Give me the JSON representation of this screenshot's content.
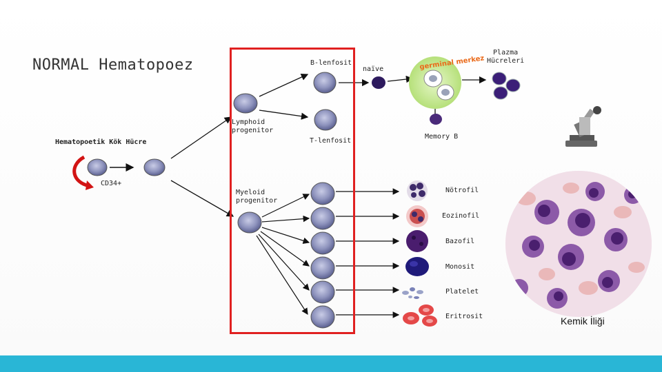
{
  "title": "NORMAL Hematopoez",
  "stem": {
    "label": "Hematopoetik Kök Hücre",
    "marker": "CD34+"
  },
  "progenitors": {
    "lymphoid": "Lymphoid\nprogenitor",
    "myeloid": "Myeloid\nprogenitor"
  },
  "lymphocytes": {
    "b": "B-lenfosit",
    "t": "T-lenfosit",
    "naive": "naïve",
    "germinal": "germinal merkez",
    "plasma": "Plazma\nHücreleri",
    "memory": "Memory B"
  },
  "myeloid_cells": [
    "Nötrofil",
    "Eozinofil",
    "Bazofil",
    "Monosit",
    "Platelet",
    "Eritrosit"
  ],
  "marrow_label": "Kemik İliği",
  "colors": {
    "frame": "#e02020",
    "bar": "#29b6d6",
    "cell": "#8a8fb8",
    "germinal": "#ea6a1a"
  }
}
